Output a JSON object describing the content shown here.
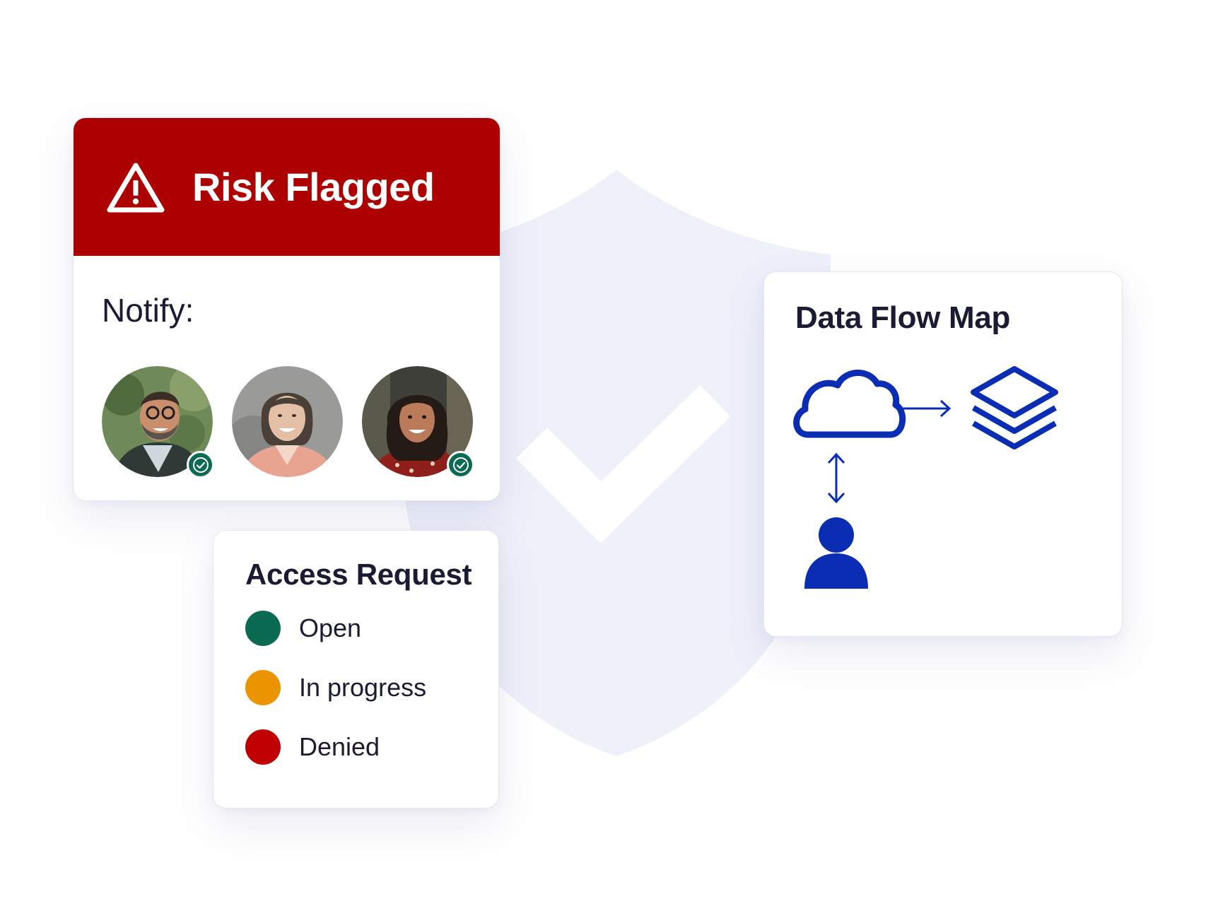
{
  "colors": {
    "risk_red": "#ad0000",
    "open_green": "#0b6b52",
    "progress_orange": "#ea9400",
    "denied_red": "#c00000",
    "flow_blue": "#0a2db3",
    "shield_tint": "#eef0fa"
  },
  "risk_card": {
    "icon": "warning-triangle-icon",
    "title": "Risk Flagged",
    "notify_label": "Notify:",
    "avatars": [
      {
        "name": "avatar-man-glasses",
        "checked": true,
        "badge_icon": "check-circle-icon"
      },
      {
        "name": "avatar-woman-short-hair",
        "checked": false
      },
      {
        "name": "avatar-woman-curly-hair",
        "checked": true,
        "badge_icon": "check-circle-icon"
      }
    ]
  },
  "access_card": {
    "title": "Access Request",
    "statuses": [
      {
        "label": "Open",
        "color": "#0b6b52"
      },
      {
        "label": "In progress",
        "color": "#ea9400"
      },
      {
        "label": "Denied",
        "color": "#c00000"
      }
    ]
  },
  "flow_card": {
    "title": "Data Flow Map",
    "icons": [
      "cloud-icon",
      "arrow-right-icon",
      "layers-icon",
      "arrow-updown-icon",
      "user-icon"
    ]
  }
}
